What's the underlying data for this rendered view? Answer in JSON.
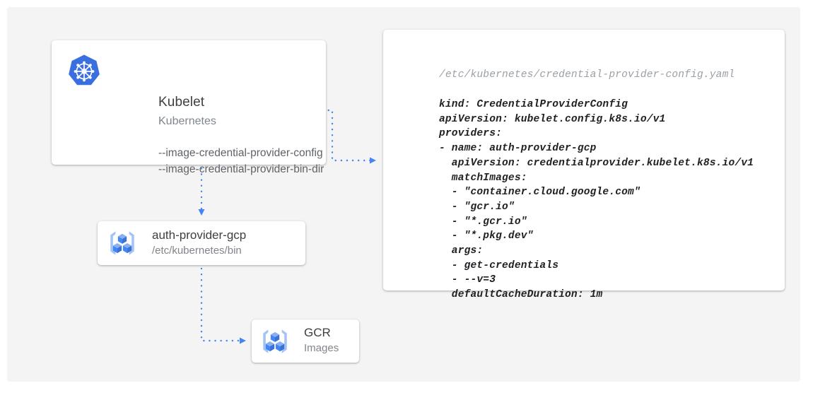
{
  "diagram": {
    "background_color": "#f4f4f4",
    "accent_color": "#4285f4",
    "kubelet_card": {
      "icon": "kubernetes-logo-icon",
      "title": "Kubelet",
      "subtitle": "Kubernetes",
      "flags": [
        "--image-credential-provider-config",
        "--image-credential-provider-bin-dir"
      ]
    },
    "auth_provider_card": {
      "icon": "gcp-container-registry-icon",
      "title": "auth-provider-gcp",
      "subtitle": "/etc/kubernetes/bin"
    },
    "gcr_card": {
      "icon": "gcp-container-registry-icon",
      "title": "GCR",
      "subtitle": "Images"
    },
    "yaml_card": {
      "path": "/etc/kubernetes/credential-provider-config.yaml",
      "content": "kind: CredentialProviderConfig\napiVersion: kubelet.config.k8s.io/v1\nproviders:\n- name: auth-provider-gcp\n  apiVersion: credentialprovider.kubelet.k8s.io/v1\n  matchImages:\n  - \"container.cloud.google.com\"\n  - \"gcr.io\"\n  - \"*.gcr.io\"\n  - \"*.pkg.dev\"\n  args:\n  - get-credentials\n  - --v=3\n  defaultCacheDuration: 1m"
    },
    "connectors": [
      {
        "name": "kubelet-config-to-yaml",
        "from": "kubelet-card",
        "to": "yaml-card",
        "style": "dotted-arrow"
      },
      {
        "name": "kubelet-to-auth-provider",
        "from": "kubelet-card",
        "to": "auth-provider-card",
        "style": "dotted-arrow"
      },
      {
        "name": "auth-provider-to-gcr",
        "from": "auth-provider-card",
        "to": "gcr-card",
        "style": "dotted-arrow"
      }
    ]
  }
}
